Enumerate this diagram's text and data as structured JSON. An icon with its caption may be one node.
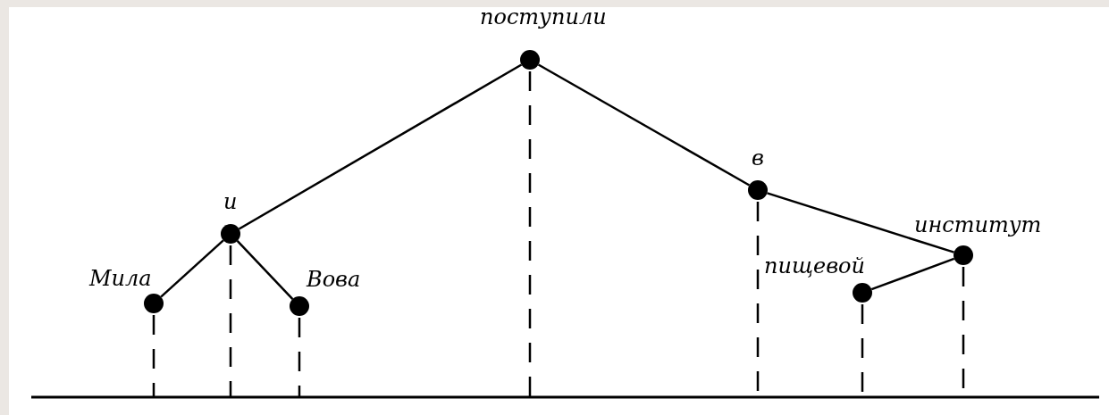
{
  "diagram": {
    "nodes": [
      {
        "text": [
          "Мила"
        ]
      },
      {
        "text": [
          "и"
        ]
      },
      {
        "text": [
          "Вова"
        ]
      },
      {
        "text": [
          "поступили"
        ]
      },
      {
        "text": [
          "в"
        ]
      },
      {
        "text": [
          "пищевой"
        ]
      },
      {
        "text": [
          "институт"
        ]
      }
    ],
    "edges": [
      {
        "from": 3,
        "to": 1,
        "arrow": "none"
      },
      {
        "from": 1,
        "to": 0,
        "arrow": "none"
      },
      {
        "from": 1,
        "to": 2,
        "arrow": "none"
      },
      {
        "from": 3,
        "to": 4,
        "arrow": "none"
      },
      {
        "from": 4,
        "to": 6,
        "arrow": "none"
      },
      {
        "from": 6,
        "to": 5,
        "arrow": "none"
      }
    ]
  }
}
